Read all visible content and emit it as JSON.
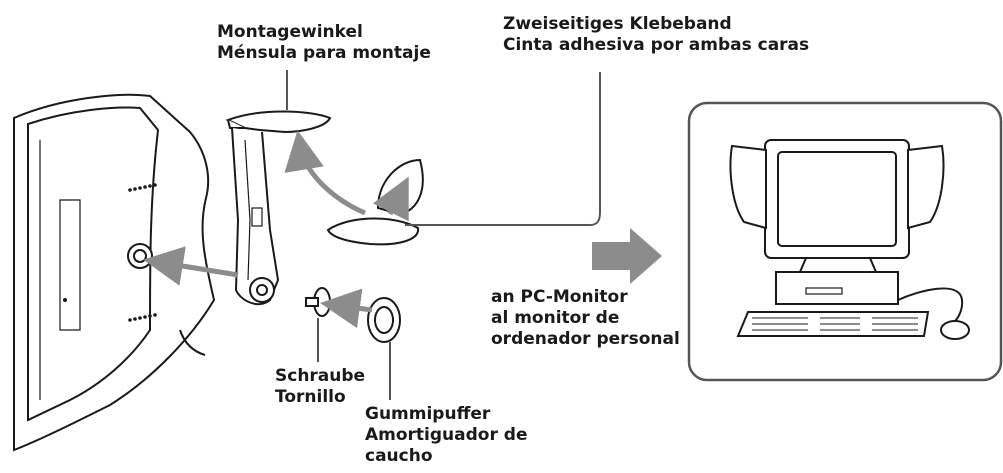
{
  "labels": {
    "bracket": [
      "Montagewinkel",
      "Ménsula para montaje"
    ],
    "tape": [
      "Zweiseitiges Klebeband",
      "Cinta adhesiva por ambas caras"
    ],
    "monitor": [
      "an PC-Monitor",
      "al monitor de",
      "ordenador personal"
    ],
    "screw": [
      "Schraube",
      "Tornillo"
    ],
    "rubber": [
      "Gummipuffer",
      "Amortiguador de",
      "caucho"
    ]
  },
  "colors": {
    "line": "#1a1a1a",
    "arrow": "#8c8c8c",
    "panel_border": "#555555",
    "fill": "#ffffff"
  }
}
